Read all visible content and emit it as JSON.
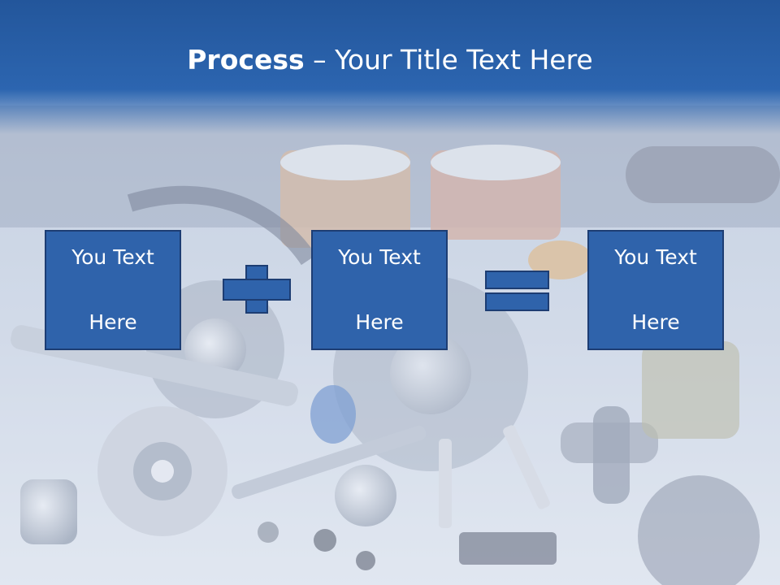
{
  "slide": {
    "title_bold": "Process",
    "title_rest": " – Your Title Text Here",
    "boxes": [
      {
        "line1": "You Text",
        "line2": "Here"
      },
      {
        "line1": "You Text",
        "line2": "Here"
      },
      {
        "line1": "You Text",
        "line2": "Here"
      }
    ],
    "operators": [
      "plus-icon",
      "equals-icon"
    ]
  },
  "colors": {
    "title_bar": "#2c65b0",
    "box_fill": "#2f63ab",
    "box_border": "#1d3d73",
    "text": "#ffffff"
  }
}
